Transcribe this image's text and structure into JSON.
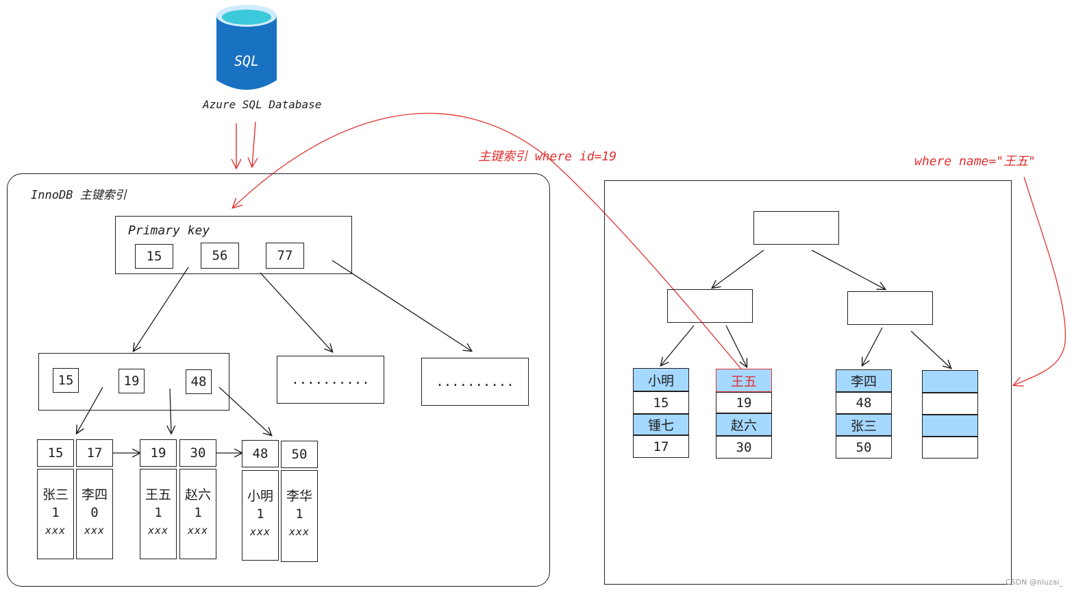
{
  "db_label": "Azure SQL Database",
  "db_icon_text": "SQL",
  "left_panel": {
    "title": "InnoDB 主键索引",
    "root": {
      "label": "Primary key",
      "keys": [
        "15",
        "56",
        "77"
      ]
    },
    "mid": {
      "keys": [
        "15",
        "19",
        "48"
      ],
      "placeholders": [
        "..........",
        ".........."
      ]
    },
    "leaves": [
      {
        "key": "15",
        "name": "张三",
        "val": "1",
        "extra": "xxx"
      },
      {
        "key": "17",
        "name": "李四",
        "val": "0",
        "extra": "xxx"
      },
      {
        "key": "19",
        "name": "王五",
        "val": "1",
        "extra": "xxx"
      },
      {
        "key": "30",
        "name": "赵六",
        "val": "1",
        "extra": "xxx"
      },
      {
        "key": "48",
        "name": "小明",
        "val": "1",
        "extra": "xxx"
      },
      {
        "key": "50",
        "name": "李华",
        "val": "1",
        "extra": "xxx"
      }
    ]
  },
  "annotations": {
    "pk_query": "主键索引 where id=19",
    "name_query": "where name=\"王五\""
  },
  "right_panel": {
    "leaves": [
      {
        "cells": [
          "小明",
          "15",
          "锺七",
          "17"
        ]
      },
      {
        "cells": [
          "王五",
          "19",
          "赵六",
          "30"
        ]
      },
      {
        "cells": [
          "李四",
          "48",
          "张三",
          "50"
        ]
      },
      {
        "cells": [
          "",
          "",
          "",
          ""
        ]
      }
    ]
  },
  "watermark": "CSDN @niuzai_",
  "colors": {
    "highlight_blue": "#a5d8ff",
    "annotation_red": "#e03131",
    "db_blue": "#1971c2",
    "db_cyan": "#3bc9db"
  }
}
